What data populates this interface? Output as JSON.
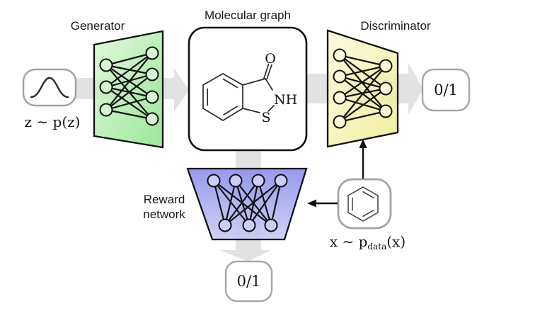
{
  "labels": {
    "generator": "Generator",
    "molecular_graph": "Molecular graph",
    "discriminator": "Discriminator",
    "reward_line1": "Reward",
    "reward_line2": "network",
    "noise": "z ∼ p(z)",
    "data_prefix": "x ∼ p",
    "data_sub": "data",
    "data_suffix": "(x)",
    "discriminator_output": "0/1",
    "reward_output": "0/1"
  },
  "molecule": {
    "name_hint": "fused bicyclic molecule with O, NH, S atoms",
    "atom_o": "O",
    "atom_nh": "NH",
    "atom_s": "S"
  },
  "icons": {
    "noise_icon": "gaussian-curve-icon",
    "data_icon": "benzene-ring-icon"
  },
  "colors": {
    "generator_light": "#def8d8",
    "generator_dark": "#8ee48a",
    "discriminator_light": "#fcfbdc",
    "discriminator_dark": "#efeb90",
    "reward_top": "#8a8cec",
    "reward_bottom": "#c9caf6",
    "node_generator": "#d6f6d1",
    "node_discriminator": "#fbfad8",
    "node_reward": "#cdcdfa",
    "flow_band": "#e2e2e2",
    "output_box_border": "#a8a8a8",
    "input_box_border": "#a3a3a3",
    "network_stroke": "#111111"
  }
}
